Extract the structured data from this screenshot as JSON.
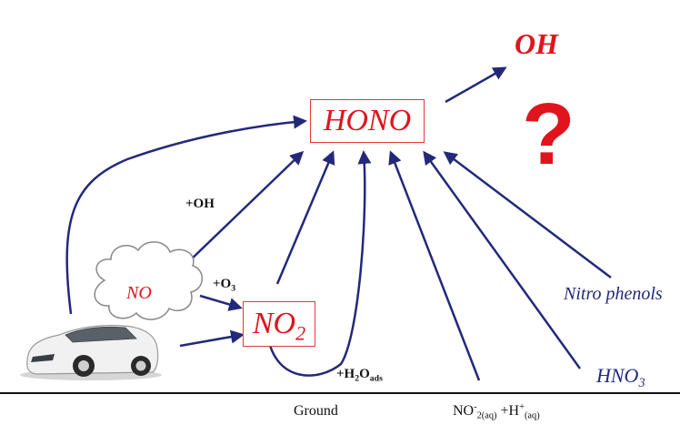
{
  "nodes": {
    "hono": "HONO",
    "no2_main": "NO",
    "no2_sub": "2",
    "no": "NO",
    "oh": "OH",
    "question": "?"
  },
  "labels": {
    "plus_oh": "+OH",
    "plus_o3_main": "+O",
    "plus_o3_sub": "3",
    "plus_h2o_a": "+H",
    "plus_h2o_b": "2",
    "plus_h2o_c": "O",
    "plus_h2o_d": "ads",
    "nitro_phenols": "Nitro phenols",
    "hno3_main": "HNO",
    "hno3_sub": "3",
    "ground": "Ground",
    "no2aq_a": "NO",
    "no2aq_sup": "-",
    "no2aq_sub": "2(aq)",
    "no2aq_plus": " +H",
    "no2aq_sup2": "+",
    "no2aq_sub2": "(aq)"
  },
  "colors": {
    "arrow": "#23297a",
    "red": "#e0141c"
  }
}
